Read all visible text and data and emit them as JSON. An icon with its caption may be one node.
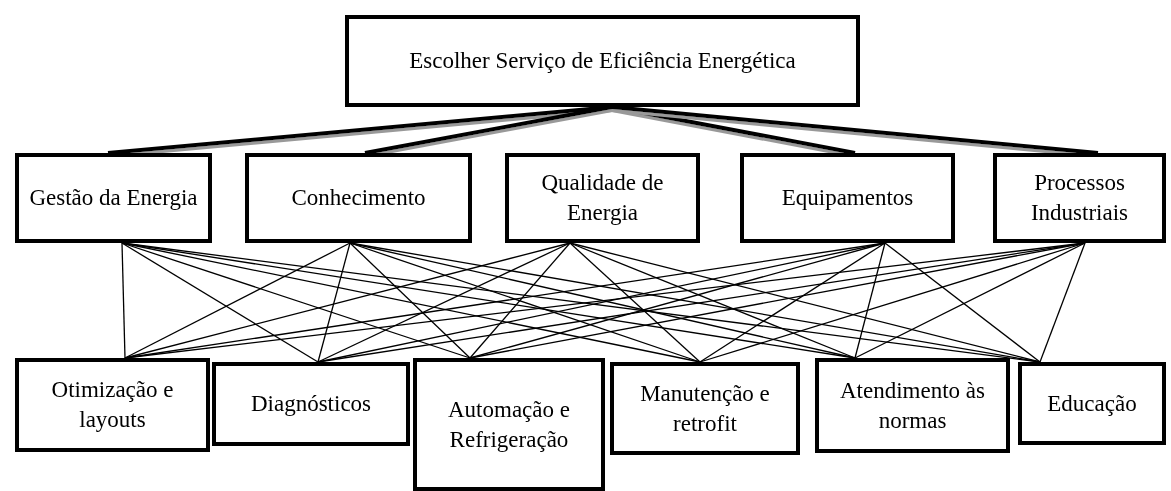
{
  "diagram": {
    "nodes": [
      {
        "text": [
          "Escolher Serviço de Eficiência Energética"
        ]
      },
      {
        "text": [
          "Gestão da Energia"
        ]
      },
      {
        "text": [
          "Conhecimento"
        ]
      },
      {
        "text": [
          "Qualidade de Energia"
        ]
      },
      {
        "text": [
          "Equipamentos"
        ]
      },
      {
        "text": [
          "Processos Industriais"
        ]
      },
      {
        "text": [
          "Otimização e layouts"
        ]
      },
      {
        "text": [
          "Diagnósticos"
        ]
      },
      {
        "text": [
          "Automação e Refrigeração"
        ]
      },
      {
        "text": [
          "Manutenção e retrofit"
        ]
      },
      {
        "text": [
          "Atendimento às normas"
        ]
      },
      {
        "text": [
          "Educação"
        ]
      }
    ],
    "edges": [
      {
        "from": 0,
        "to": 1,
        "arrow": "none",
        "style": "thick"
      },
      {
        "from": 0,
        "to": 2,
        "arrow": "none",
        "style": "thick"
      },
      {
        "from": 0,
        "to": 3,
        "arrow": "none",
        "style": "thick"
      },
      {
        "from": 0,
        "to": 4,
        "arrow": "none",
        "style": "thick"
      },
      {
        "from": 0,
        "to": 5,
        "arrow": "none",
        "style": "thick"
      },
      {
        "from": 1,
        "to": 6,
        "arrow": "none"
      },
      {
        "from": 1,
        "to": 7,
        "arrow": "none"
      },
      {
        "from": 1,
        "to": 8,
        "arrow": "none"
      },
      {
        "from": 1,
        "to": 9,
        "arrow": "none"
      },
      {
        "from": 1,
        "to": 10,
        "arrow": "none"
      },
      {
        "from": 1,
        "to": 11,
        "arrow": "none"
      },
      {
        "from": 2,
        "to": 6,
        "arrow": "none"
      },
      {
        "from": 2,
        "to": 7,
        "arrow": "none"
      },
      {
        "from": 2,
        "to": 8,
        "arrow": "none"
      },
      {
        "from": 2,
        "to": 9,
        "arrow": "none"
      },
      {
        "from": 2,
        "to": 10,
        "arrow": "none"
      },
      {
        "from": 2,
        "to": 11,
        "arrow": "none"
      },
      {
        "from": 3,
        "to": 6,
        "arrow": "none"
      },
      {
        "from": 3,
        "to": 7,
        "arrow": "none"
      },
      {
        "from": 3,
        "to": 8,
        "arrow": "none"
      },
      {
        "from": 3,
        "to": 9,
        "arrow": "none"
      },
      {
        "from": 3,
        "to": 10,
        "arrow": "none"
      },
      {
        "from": 3,
        "to": 11,
        "arrow": "none"
      },
      {
        "from": 4,
        "to": 6,
        "arrow": "none"
      },
      {
        "from": 4,
        "to": 7,
        "arrow": "none"
      },
      {
        "from": 4,
        "to": 8,
        "arrow": "none"
      },
      {
        "from": 4,
        "to": 9,
        "arrow": "none"
      },
      {
        "from": 4,
        "to": 10,
        "arrow": "none"
      },
      {
        "from": 4,
        "to": 11,
        "arrow": "none"
      },
      {
        "from": 5,
        "to": 6,
        "arrow": "none"
      },
      {
        "from": 5,
        "to": 7,
        "arrow": "none"
      },
      {
        "from": 5,
        "to": 8,
        "arrow": "none"
      },
      {
        "from": 5,
        "to": 9,
        "arrow": "none"
      },
      {
        "from": 5,
        "to": 10,
        "arrow": "none"
      },
      {
        "from": 5,
        "to": 11,
        "arrow": "none"
      }
    ]
  }
}
